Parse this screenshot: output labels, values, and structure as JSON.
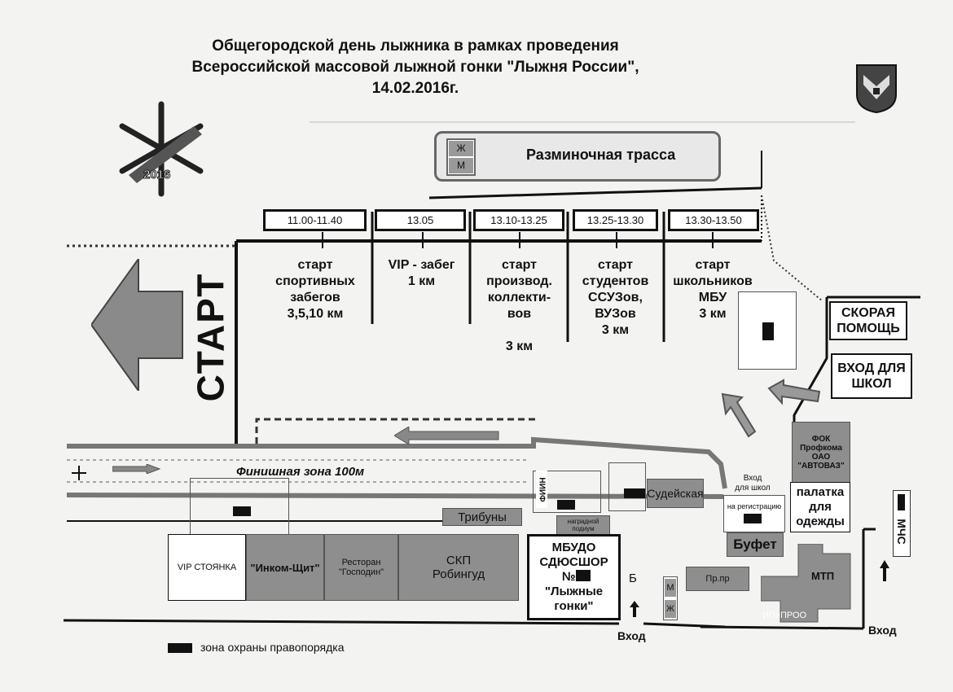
{
  "title": {
    "line1": "Общегородской день лыжника в рамках проведения",
    "line2": "Всероссийской массовой лыжной гонки \"Лыжня России\",",
    "line3": "14.02.2016г."
  },
  "logo": {
    "year": "2016"
  },
  "warmup": {
    "label": "Разминочная трасса",
    "w": "Ж",
    "m": "М"
  },
  "start_label": "СТАРТ",
  "schedule": [
    {
      "time": "11.00-11.40",
      "label": "старт\nспортивных\nзабегов\n3,5,10 км"
    },
    {
      "time": "13.05",
      "label": "VIP - забег\n1 км"
    },
    {
      "time": "13.10-13.25",
      "label": "старт\nпроизвод.\nколлекти-\nвов\n\n3 км"
    },
    {
      "time": "13.25-13.30",
      "label": "старт\nстудентов\nССУЗов,\nВУЗов\n3 км"
    },
    {
      "time": "13.30-13.50",
      "label": "старт\nшкольников\nМБУ\n3 км"
    }
  ],
  "finish_zone": "Финишная зона 100м",
  "places": {
    "ambulance": "СКОРАЯ\nПОМОЩЬ",
    "school_entrance": "ВХОД ДЛЯ\nШКОЛ",
    "fok": "ФОК Профкома\nОАО \"АВТОВАЗ\"",
    "tent": "палатка\nдля\nодежды",
    "judges": "Судейская",
    "tribunes": "Трибуны",
    "podium": "наградной\nподиум",
    "niif": "НИИФ",
    "vip_parking": "VIP СТОЯНКА",
    "inkom": "\"Инком-Щит\"",
    "restaurant": "Ресторан\n\"Господин\"",
    "skp": "СКП\nРобингуд",
    "school": "МБУДО\nСДЮСШОР\n№ 1\n\"Лыжные\nгонки\"",
    "buffet": "Буфет",
    "registration": "на регистрацию",
    "school_entry_small": "Вход\nдля школ",
    "prpr": "Пр.пр",
    "mtp": "МТП",
    "ipipro": "ИПиПРОО",
    "mchs": "МЧС",
    "b": "Б",
    "wc_m": "М",
    "wc_w": "Ж"
  },
  "entrances": {
    "entry1": "Вход",
    "entry2": "Вход"
  },
  "legend": "зона охраны правопорядка"
}
